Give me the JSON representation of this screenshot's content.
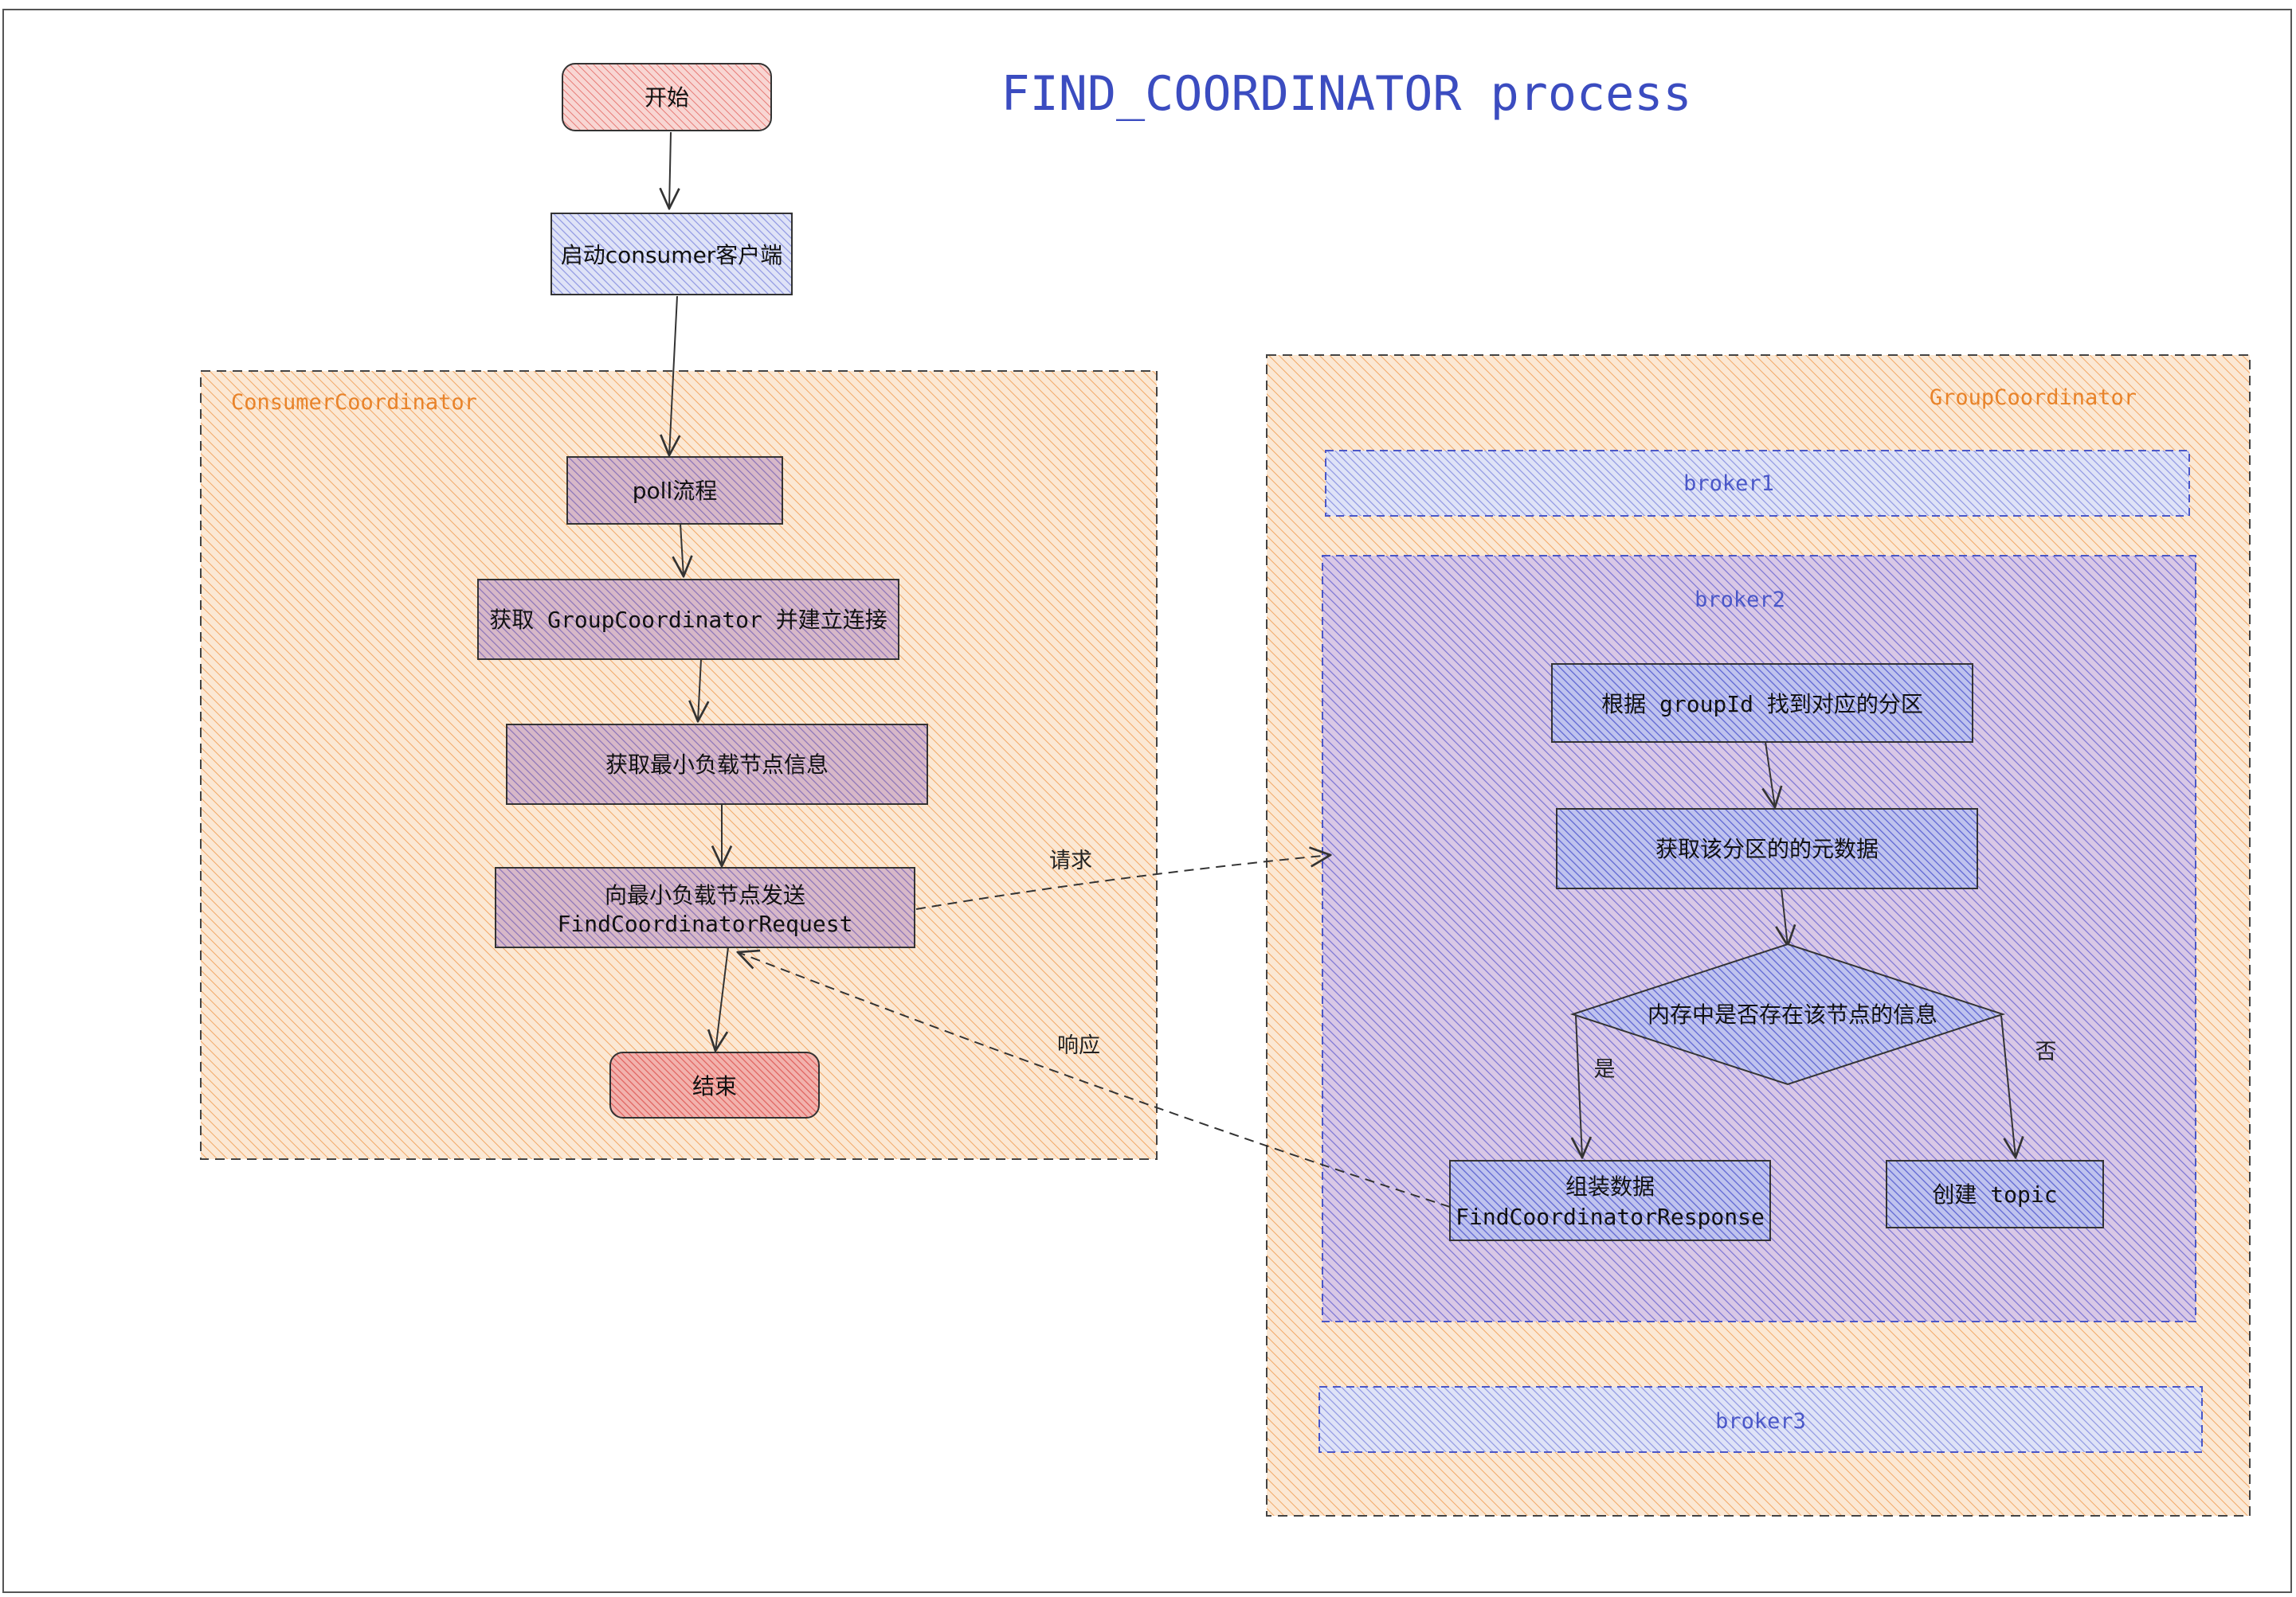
{
  "title": "FIND_COORDINATOR process",
  "colors": {
    "title": "#3b4cc0",
    "orange_fill": "#fbe6cf",
    "orange_hatch": "#f0a45a",
    "orange_label": "#e8832a",
    "blue_fill": "#c5c9ee",
    "blue_hatch": "#6a6fd6",
    "blue_label": "#4a57c8",
    "red_fill": "#f6c9c6",
    "red_hatch": "#e56b6b",
    "stroke": "#333333"
  },
  "groups": {
    "consumer_coordinator": "ConsumerCoordinator",
    "group_coordinator": "GroupCoordinator",
    "broker1": "broker1",
    "broker2": "broker2",
    "broker3": "broker3"
  },
  "nodes": {
    "start": "开始",
    "launch_client": "启动consumer客户端",
    "poll_flow": "poll流程",
    "get_group_coordinator": "获取 GroupCoordinator 并建立连接",
    "get_least_loaded": "获取最小负载节点信息",
    "send_request_line1": "向最小负载节点发送",
    "send_request_line2": "FindCoordinatorRequest",
    "end": "结束",
    "find_partition": "根据 groupId 找到对应的分区",
    "get_metadata": "获取该分区的的元数据",
    "decision": "内存中是否存在该节点的信息",
    "assemble_line1": "组装数据",
    "assemble_line2": "FindCoordinatorResponse",
    "create_topic": "创建 topic"
  },
  "edges": {
    "request": "请求",
    "response": "响应",
    "yes": "是",
    "no": "否"
  }
}
